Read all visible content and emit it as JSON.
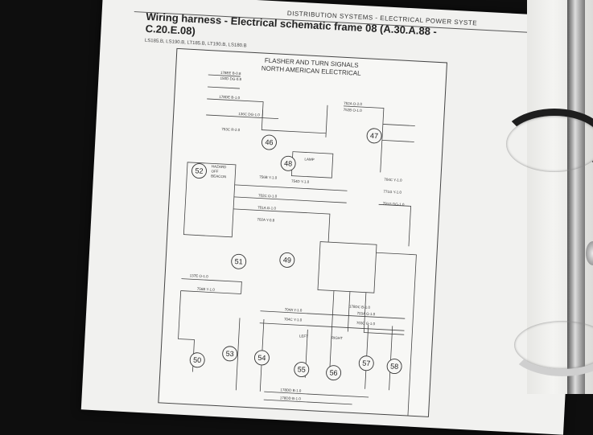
{
  "document": {
    "header": "DISTRIBUTION SYSTEMS - ELECTRICAL POWER SYSTE",
    "title": "Wiring harness - Electrical schematic frame 08 (A.30.A.88 - C.20.E.08)",
    "models": "LS185.B, LS190.B, LT185.B, LT190.B, LS180.B"
  },
  "schematic": {
    "title_line1": "FLASHER AND TURN SIGNALS",
    "title_line2": "NORTH AMERICAN ELECTRICAL",
    "components": [
      "46",
      "47",
      "48",
      "52",
      "51",
      "49",
      "50",
      "53",
      "54",
      "55",
      "56",
      "57",
      "58"
    ],
    "wire_labels": [
      "178EE B-0.8",
      "150D DG-0.8",
      "178DE B-1.0",
      "136C DG-1.0",
      "753C R-2.0",
      "752A O-2.0",
      "752B O-1.0",
      "756B Y-1.0",
      "754D Y-1.0",
      "704C Y-1.0",
      "771G Y-1.0",
      "791G DG-1.0",
      "702C O-1.0",
      "701A G-1.0",
      "702A Y-0.8",
      "137E O-1.0",
      "756B Y-1.0",
      "704A Y-1.0",
      "704C Y-1.0",
      "703A G-1.0",
      "703C G-1.0",
      "178DC B-1.0",
      "178DD B-1.0",
      "178DD B-1.0"
    ],
    "lamp_label": "LAMP",
    "left_label": "LEFT",
    "right_label": "RIGHT",
    "hazard_labels": [
      "HAZARD",
      "OFF",
      "BEACON"
    ]
  }
}
